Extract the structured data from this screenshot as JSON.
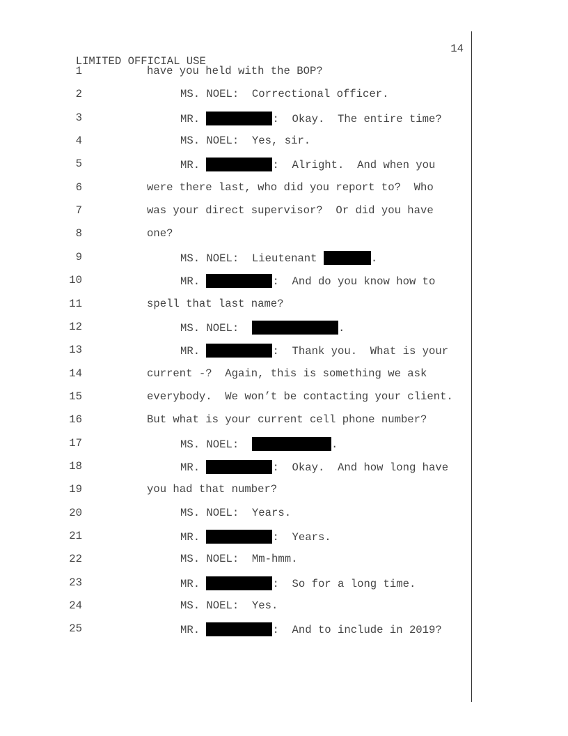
{
  "header": {
    "label": "LIMITED OFFICIAL USE",
    "page_number": "14"
  },
  "lines": [
    {
      "n": "1",
      "a": "have you held with the BOP?"
    },
    {
      "n": "2",
      "a": "MS. NOEL:  Correctional officer."
    },
    {
      "n": "3",
      "a": "MR. ",
      "b": ":  Okay.  The entire time?"
    },
    {
      "n": "4",
      "a": "MS. NOEL:  Yes, sir."
    },
    {
      "n": "5",
      "a": "MR. ",
      "b": ":  Alright.  And when you"
    },
    {
      "n": "6",
      "a": "were there last, who did you report to?  Who"
    },
    {
      "n": "7",
      "a": "was your direct supervisor?  Or did you have"
    },
    {
      "n": "8",
      "a": "one?"
    },
    {
      "n": "9",
      "a": "MS. NOEL:  Lieutenant ",
      "b": "."
    },
    {
      "n": "10",
      "a": "MR. ",
      "b": ":  And do you know how to"
    },
    {
      "n": "11",
      "a": "spell that last name?"
    },
    {
      "n": "12",
      "a": "MS. NOEL:  ",
      "b": "."
    },
    {
      "n": "13",
      "a": "MR. ",
      "b": ":  Thank you.  What is your"
    },
    {
      "n": "14",
      "a": "current -?  Again, this is something we ask"
    },
    {
      "n": "15",
      "a": "everybody.  We won’t be contacting your client."
    },
    {
      "n": "16",
      "a": "But what is your current cell phone number?"
    },
    {
      "n": "17",
      "a": "MS. NOEL:  ",
      "b": "."
    },
    {
      "n": "18",
      "a": "MR. ",
      "b": ":  Okay.  And how long have"
    },
    {
      "n": "19",
      "a": "you had that number?"
    },
    {
      "n": "20",
      "a": "MS. NOEL:  Years."
    },
    {
      "n": "21",
      "a": "MR. ",
      "b": ":  Years."
    },
    {
      "n": "22",
      "a": "MS. NOEL:  Mm-hmm."
    },
    {
      "n": "23",
      "a": "MR. ",
      "b": ":  So for a long time."
    },
    {
      "n": "24",
      "a": "MS. NOEL:  Yes."
    },
    {
      "n": "25",
      "a": "MR. ",
      "b": ":  And to include in 2019?"
    }
  ]
}
